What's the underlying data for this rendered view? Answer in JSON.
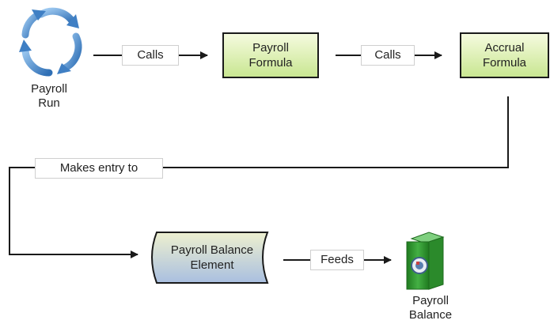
{
  "nodes": {
    "payroll_run": {
      "line1": "Payroll",
      "line2": "Run",
      "icon": "refresh-cycle-icon"
    },
    "payroll_formula": {
      "line1": "Payroll",
      "line2": "Formula"
    },
    "accrual_formula": {
      "line1": "Accrual",
      "line2": "Formula"
    },
    "payroll_balance_element": {
      "line1": "Payroll Balance",
      "line2": "Element"
    },
    "payroll_balance": {
      "line1": "Payroll",
      "line2": "Balance",
      "icon": "balance-book-icon"
    }
  },
  "edges": {
    "calls_1": "Calls",
    "calls_2": "Calls",
    "makes_entry_to": "Makes entry to",
    "feeds": "Feeds"
  },
  "colors": {
    "process_fill_top": "#f6fbe0",
    "process_fill_bottom": "#c8e690",
    "element_fill_top": "#eef0cf",
    "element_fill_bottom": "#a9bfe0",
    "cycle_icon": "#4a86c8",
    "book_green": "#2e9a2e",
    "line": "#1a1a1a"
  }
}
